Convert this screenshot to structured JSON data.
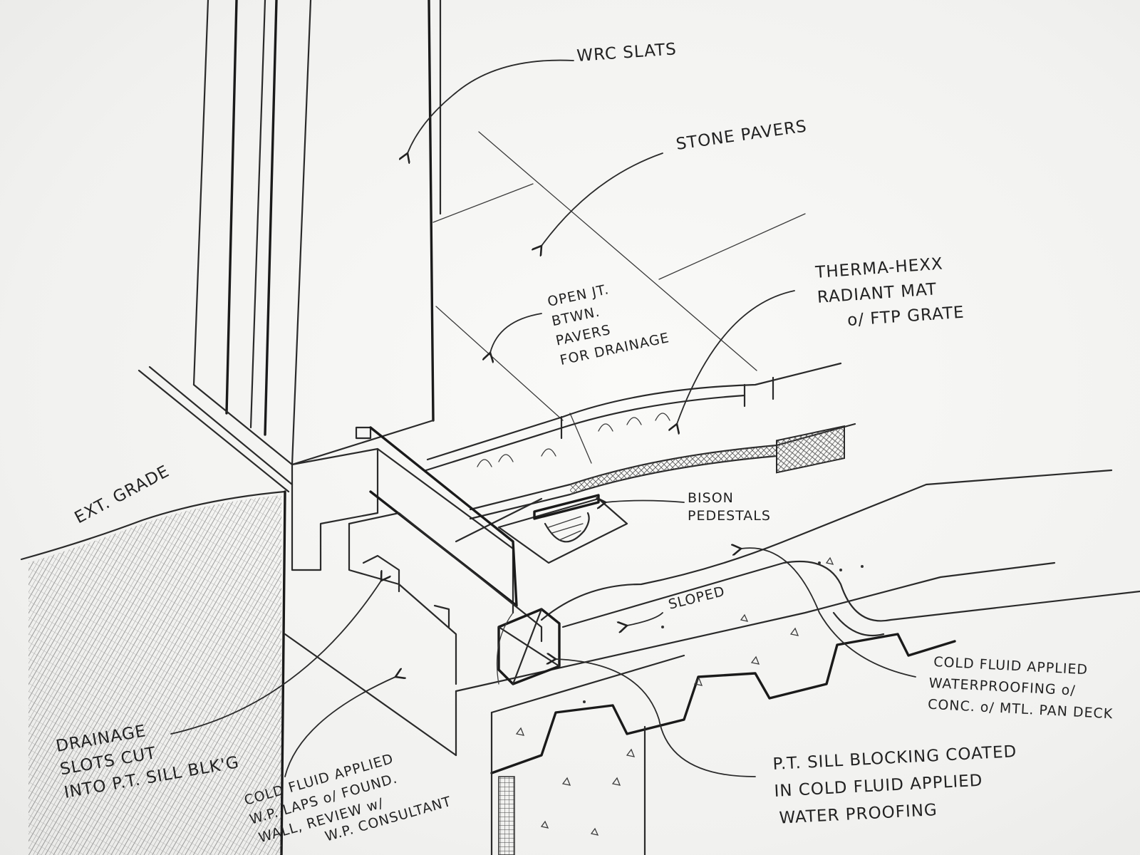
{
  "annotations": {
    "wrc_slats": "WRC SLATS",
    "stone_pavers": "STONE PAVERS",
    "open_joint": [
      "OPEN JT.",
      "BTWN.",
      "PAVERS",
      "FOR DRAINAGE"
    ],
    "radiant_mat": [
      "THERMA-HEXX",
      "RADIANT MAT",
      "o/ FTP GRATE"
    ],
    "bison_pedestals": [
      "BISON",
      "PEDESTALS"
    ],
    "ext_grade": "EXT. GRADE",
    "sloped": "SLOPED",
    "drainage_slots": [
      "DRAINAGE",
      "SLOTS CUT",
      "INTO P.T. SILL BLK'G"
    ],
    "cold_fluid_deck": [
      "COLD FLUID APPLIED",
      "WATERPROOFING o/",
      "CONC. o/ MTL. PAN DECK"
    ],
    "pt_sill": [
      "P.T. SILL BLOCKING COATED",
      "IN COLD FLUID APPLIED",
      "WATER PROOFING"
    ],
    "cold_fluid_wall": [
      "COLD FLUID APPLIED",
      "W.P. LAPS o/ FOUND.",
      "WALL, REVIEW w/",
      "W.P. CONSULTANT"
    ]
  }
}
